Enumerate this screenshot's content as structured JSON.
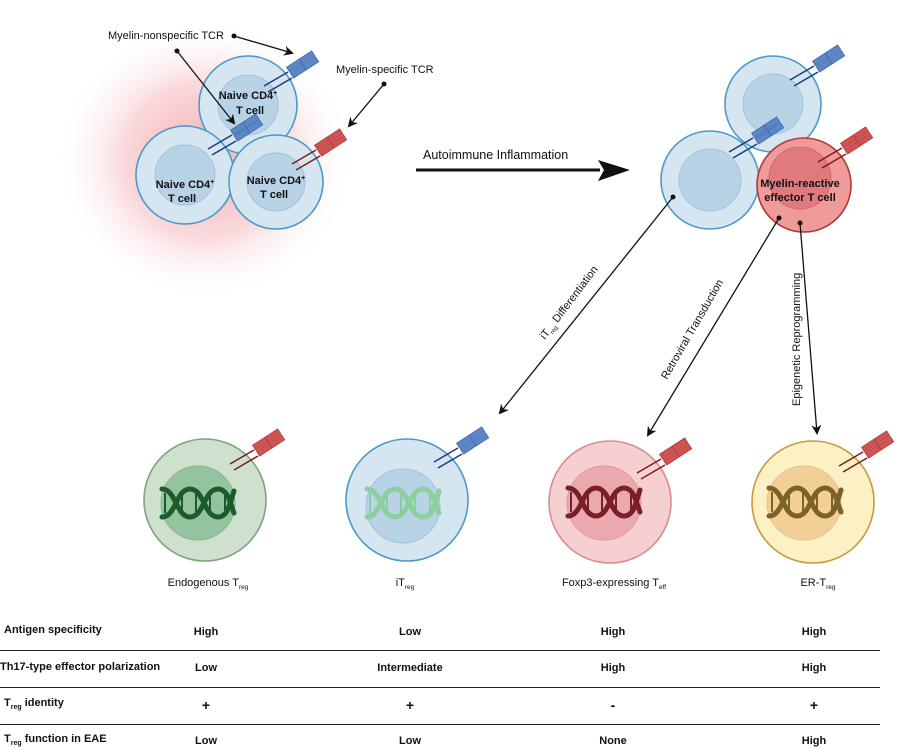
{
  "colors": {
    "naive_fill": "#d5e6f1",
    "naive_nucleus": "#b9d3e6",
    "naive_stroke": "#4a9ac9",
    "effector_fill": "#f09a9a",
    "effector_nucleus": "#e07a7e",
    "effector_stroke": "#b03a3a",
    "tcr_blue": "#5b86c8",
    "tcr_blue_dark": "#1f3a7a",
    "tcr_red": "#d25252",
    "tcr_red_dark": "#7a1c1c",
    "glow": "#f2a9ad",
    "endogenous_fill": "#cfe0cf",
    "endogenous_nucleus": "#94c39f",
    "endogenous_stroke": "#7ea37e",
    "endogenous_dna": "#1d5a2c",
    "itreg_dna": "#8ccf9e",
    "foxp3_fill": "#f6cfd1",
    "foxp3_nucleus": "#eaa9ae",
    "foxp3_stroke": "#d98b90",
    "foxp3_dna": "#7a1f2a",
    "er_fill": "#fbf1c4",
    "er_nucleus": "#f2cf96",
    "er_stroke": "#c9993d",
    "er_dna": "#7a6228"
  },
  "callouts": {
    "nonspecific_tcr": "Myelin-nonspecific TCR",
    "specific_tcr": "Myelin-specific TCR"
  },
  "naive_cells": [
    {
      "line1": "Naive CD4",
      "sup": "+",
      "line2": "T cell"
    },
    {
      "line1": "Naive CD4",
      "sup": "+",
      "line2": "T cell"
    },
    {
      "line1": "Naive CD4",
      "sup": "+",
      "line2": "T cell"
    }
  ],
  "main_arrow": {
    "label": "Autoimmune Inflammation"
  },
  "effector_cell": {
    "line1": "Myelin-reactive",
    "line2": "effector T cell"
  },
  "pathways": [
    {
      "prefix": "iT",
      "sub": "reg",
      "suffix": " Differentiation"
    },
    {
      "label": "Retroviral Transduction"
    },
    {
      "label": "Epigenetic Reprogramming"
    }
  ],
  "outcome_cells": [
    {
      "name": "Endogenous T",
      "sub": "reg",
      "tcr": "red"
    },
    {
      "name": "iT",
      "sub": "reg",
      "tcr": "blue"
    },
    {
      "name": "Foxp3-expressing T",
      "sub": "eff",
      "tcr": "red"
    },
    {
      "name": "ER-T",
      "sub": "reg",
      "tcr": "red"
    }
  ],
  "table": {
    "rows": [
      {
        "label": "Antigen specificity",
        "label_sub": "",
        "values": [
          "High",
          "Low",
          "High",
          "High"
        ]
      },
      {
        "label": "Th17-type effector polarization",
        "label_sub": "",
        "values": [
          "Low",
          "Intermediate",
          "High",
          "High"
        ]
      },
      {
        "label_prefix": "T",
        "label_sub": "reg",
        "label": " identity",
        "values": [
          "+",
          "+",
          "-",
          "+"
        ]
      },
      {
        "label_prefix": "T",
        "label_sub": "reg",
        "label": " function in EAE",
        "values": [
          "Low",
          "Low",
          "None",
          "High"
        ]
      }
    ]
  }
}
